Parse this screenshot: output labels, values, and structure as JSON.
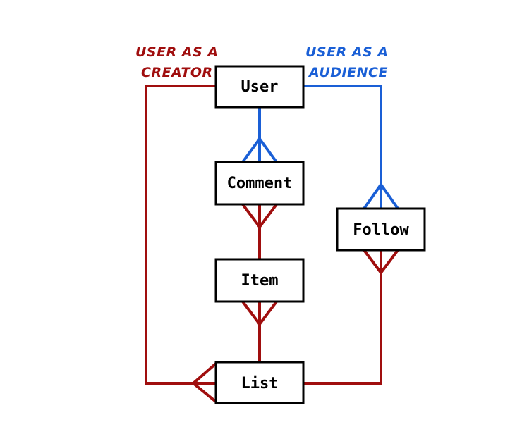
{
  "annotations": {
    "creator_line1": "USER AS A",
    "creator_line2": "CREATOR",
    "audience_line1": "USER AS A",
    "audience_line2": "AUDIENCE"
  },
  "entities": {
    "user": "User",
    "comment": "Comment",
    "item": "Item",
    "follow": "Follow",
    "list": "List"
  },
  "colors": {
    "creator": "#a00e0e",
    "audience": "#1a5fd6",
    "entity_border": "#000000"
  }
}
